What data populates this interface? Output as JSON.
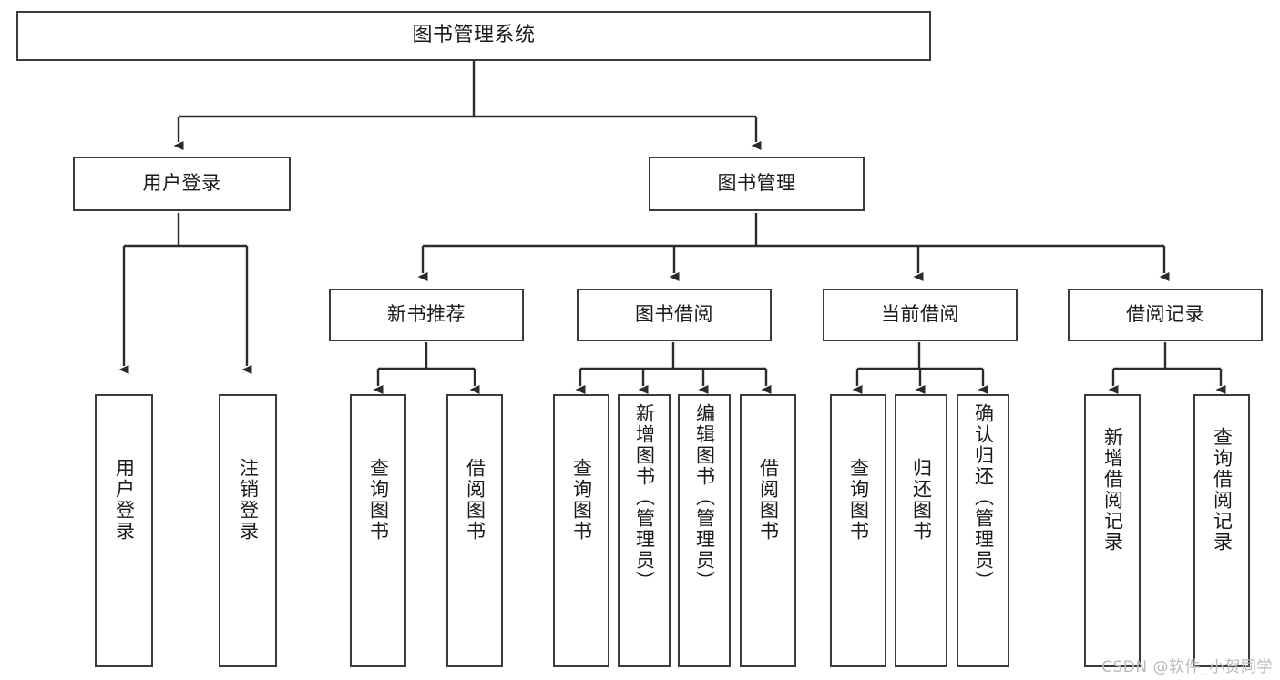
{
  "diagram": {
    "type": "tree-hierarchy",
    "title": "图书管理系统",
    "style": {
      "box_border_color": "#3b3b3b",
      "box_fill_color": "#ffffff",
      "line_color": "#2b2b2b",
      "text_color": "#1a1a1a",
      "background": "#ffffff"
    },
    "root": {
      "label": "图书管理系统"
    },
    "level2": [
      {
        "id": "user-login",
        "label": "用户登录"
      },
      {
        "id": "book-manage",
        "label": "图书管理"
      }
    ],
    "level3": [
      {
        "id": "new-book-recommend",
        "label": "新书推荐"
      },
      {
        "id": "book-borrow",
        "label": "图书借阅"
      },
      {
        "id": "current-borrow",
        "label": "当前借阅"
      },
      {
        "id": "borrow-record",
        "label": "借阅记录"
      }
    ],
    "leaves": {
      "user_login": [
        {
          "id": "leaf-user-login",
          "label": "用户登录"
        },
        {
          "id": "leaf-logout",
          "label": "注销登录"
        }
      ],
      "new_book_recommend": [
        {
          "id": "leaf-query-book-1",
          "label": "查询图书"
        },
        {
          "id": "leaf-borrow-book-1",
          "label": "借阅图书"
        }
      ],
      "book_borrow": [
        {
          "id": "leaf-query-book-2",
          "label": "查询图书"
        },
        {
          "id": "leaf-add-book",
          "label": "新增图书（管理员）"
        },
        {
          "id": "leaf-edit-book",
          "label": "编辑图书（管理员）"
        },
        {
          "id": "leaf-borrow-book-2",
          "label": "借阅图书"
        }
      ],
      "current_borrow": [
        {
          "id": "leaf-query-book-3",
          "label": "查询图书"
        },
        {
          "id": "leaf-return-book",
          "label": "归还图书"
        },
        {
          "id": "leaf-confirm-return",
          "label": "确认归还（管理员）"
        }
      ],
      "borrow_record": [
        {
          "id": "leaf-add-record",
          "label": "新增借阅记录"
        },
        {
          "id": "leaf-query-record",
          "label": "查询借阅记录"
        }
      ]
    }
  },
  "watermark": {
    "text": "CSDN @软件_小贺同学"
  }
}
